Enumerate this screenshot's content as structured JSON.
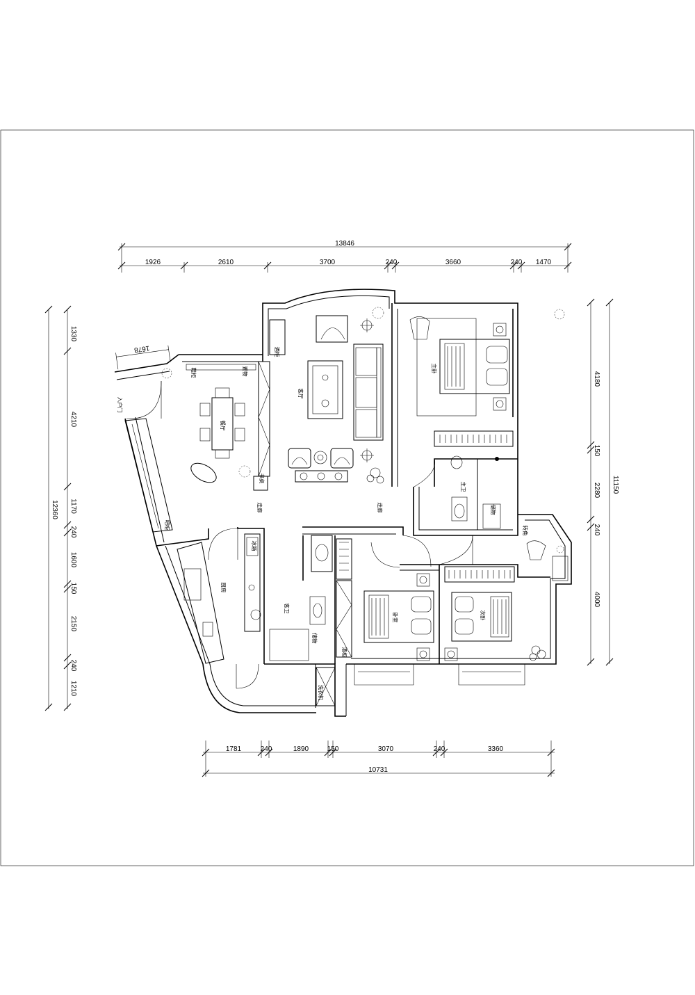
{
  "dimensions": {
    "top_total": "13846",
    "top_segments": [
      "1926",
      "2610",
      "3700",
      "240",
      "3660",
      "240",
      "1470"
    ],
    "bottom_segments": [
      "1781",
      "240",
      "1890",
      "150",
      "3070",
      "240",
      "3360"
    ],
    "bottom_total": "10731",
    "left_segments": [
      "1330",
      "4210",
      "1170",
      "240",
      "1600",
      "150",
      "2150",
      "240",
      "1210"
    ],
    "left_total": "12360",
    "right_segments": [
      "4180",
      "150",
      "2280",
      "240",
      "4000"
    ],
    "right_total": "11150",
    "entry_width": "1678"
  },
  "rooms": {
    "living": "客厅",
    "dining": "餐厅",
    "master_bedroom": "主卧",
    "master_bath": "主卫",
    "kitchen": "厨房",
    "guest_bath": "客卫",
    "bedroom": "卧室",
    "second_bedroom": "次卧",
    "corridor_left": "走廊",
    "corridor_right": "走廊",
    "entrance": "入户门"
  },
  "fixtures": {
    "wine_cabinet_top": "酒柜",
    "shoe_cabinet": "鞋柜",
    "study_desk": "书桌",
    "shelf": "置物",
    "storage_master": "储物",
    "fold_bench": "转角",
    "fridge": "冰箱",
    "storage_guest": "储物",
    "wine_cabinet_bottom": "酒柜",
    "washer": "洗衣机",
    "bay_seat": "吧柜"
  }
}
